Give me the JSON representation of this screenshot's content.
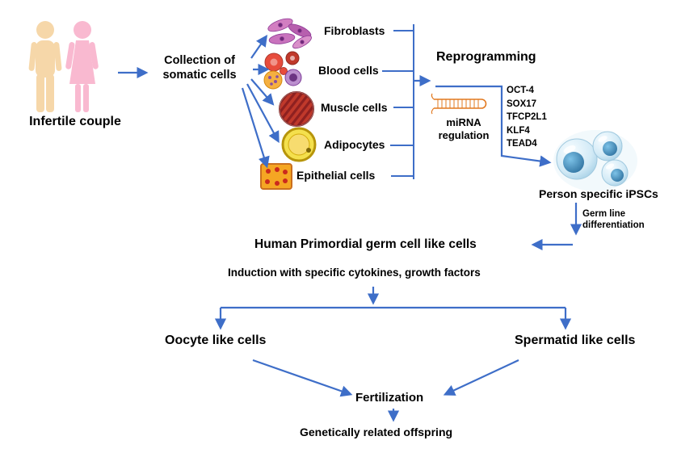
{
  "colors": {
    "arrow": "#3e6ec8",
    "text": "#000000",
    "male_figure": "#f6d7a9",
    "female_figure": "#f9b9d0"
  },
  "nodes": {
    "infertile_couple": "Infertile couple",
    "collection": "Collection of somatic cells",
    "reprogramming": "Reprogramming",
    "mirna_regulation": "miRNA regulation",
    "person_specific_ipscs": "Person specific iPSCs",
    "germ_line_differentiation": "Germ line differentiation",
    "pgclc": "Human Primordial germ cell like cells",
    "induction": "Induction with specific cytokines, growth factors",
    "oocyte": "Oocyte like cells",
    "spermatid": "Spermatid like cells",
    "fertilization": "Fertilization",
    "offspring": "Genetically related offspring"
  },
  "cell_types": [
    {
      "label": "Fibroblasts",
      "icon": "fibroblasts-icon"
    },
    {
      "label": "Blood cells",
      "icon": "blood-cells-icon"
    },
    {
      "label": "Muscle cells",
      "icon": "muscle-cells-icon"
    },
    {
      "label": "Adipocytes",
      "icon": "adipocytes-icon"
    },
    {
      "label": "Epithelial cells",
      "icon": "epithelial-cells-icon"
    }
  ],
  "reprogramming_factors": [
    "OCT-4",
    "SOX17",
    "TFCP2L1",
    "KLF4",
    "TEAD4"
  ],
  "icons": {
    "couple": [
      "male-figure-icon",
      "female-figure-icon"
    ],
    "mirna": "mirna-hairpin-icon",
    "ipscs": "ipsc-cells-icon"
  }
}
